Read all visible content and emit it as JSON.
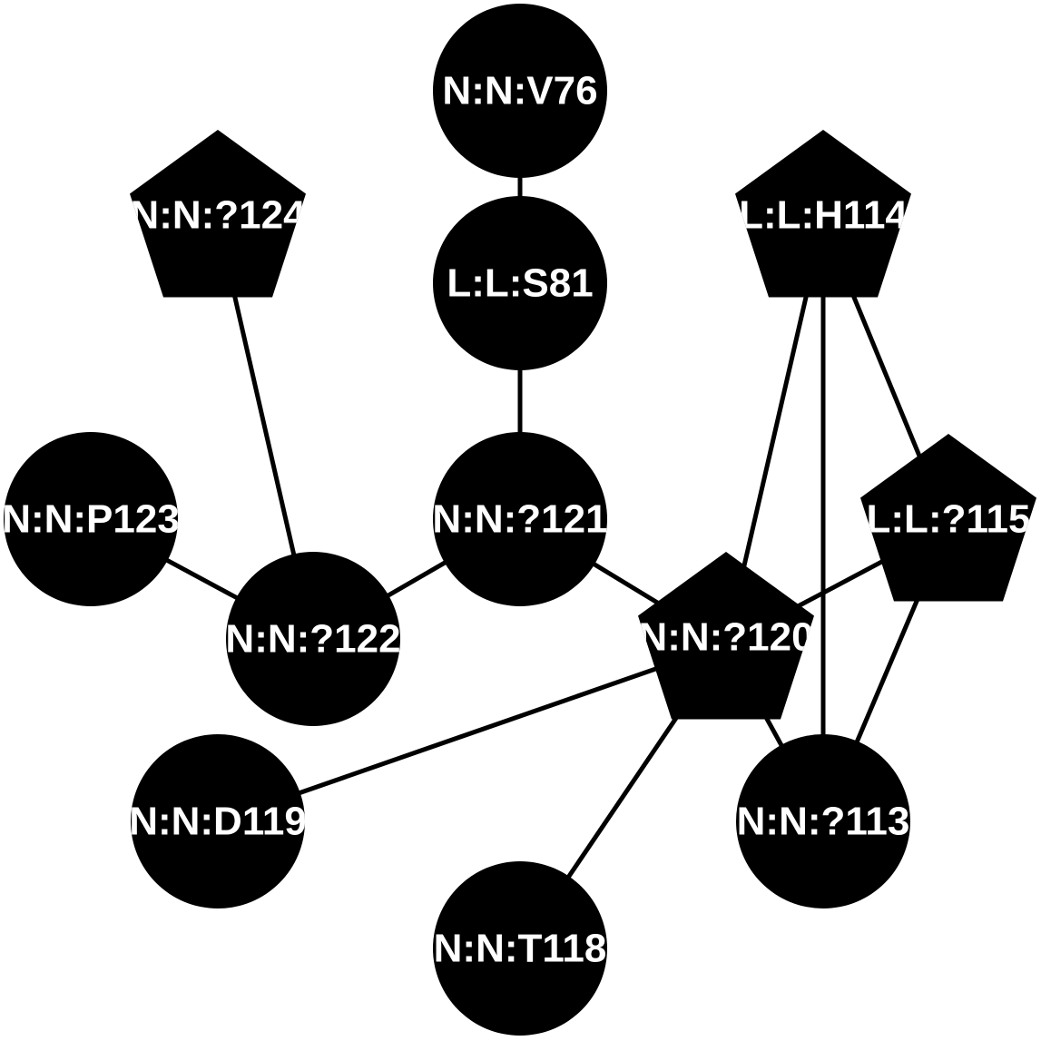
{
  "diagram": {
    "colors": {
      "node_fill": "#000000",
      "label": "#ffffff",
      "edge": "#000000",
      "background": "#ffffff"
    },
    "nodes": [
      {
        "id": "v76",
        "label": "N:N:V76",
        "shape": "circle"
      },
      {
        "id": "s81",
        "label": "L:L:S81",
        "shape": "circle"
      },
      {
        "id": "q124",
        "label": "N:N:?124",
        "shape": "pentagon"
      },
      {
        "id": "h114",
        "label": "L:L:H114",
        "shape": "pentagon"
      },
      {
        "id": "p123",
        "label": "N:N:P123",
        "shape": "circle"
      },
      {
        "id": "q121",
        "label": "N:N:?121",
        "shape": "circle"
      },
      {
        "id": "q115",
        "label": "L:L:?115",
        "shape": "pentagon"
      },
      {
        "id": "q122",
        "label": "N:N:?122",
        "shape": "circle"
      },
      {
        "id": "q120",
        "label": "N:N:?120",
        "shape": "pentagon"
      },
      {
        "id": "d119",
        "label": "N:N:D119",
        "shape": "circle"
      },
      {
        "id": "q113",
        "label": "N:N:?113",
        "shape": "circle"
      },
      {
        "id": "t118",
        "label": "N:N:T118",
        "shape": "circle"
      }
    ],
    "edges": [
      [
        "v76",
        "s81"
      ],
      [
        "s81",
        "q121"
      ],
      [
        "q124",
        "q122"
      ],
      [
        "p123",
        "q122"
      ],
      [
        "q122",
        "q121"
      ],
      [
        "q121",
        "q120"
      ],
      [
        "h114",
        "q120"
      ],
      [
        "h114",
        "q113"
      ],
      [
        "h114",
        "q115"
      ],
      [
        "q115",
        "q120"
      ],
      [
        "q115",
        "q113"
      ],
      [
        "q120",
        "d119"
      ],
      [
        "q120",
        "t118"
      ],
      [
        "q120",
        "q113"
      ]
    ]
  }
}
